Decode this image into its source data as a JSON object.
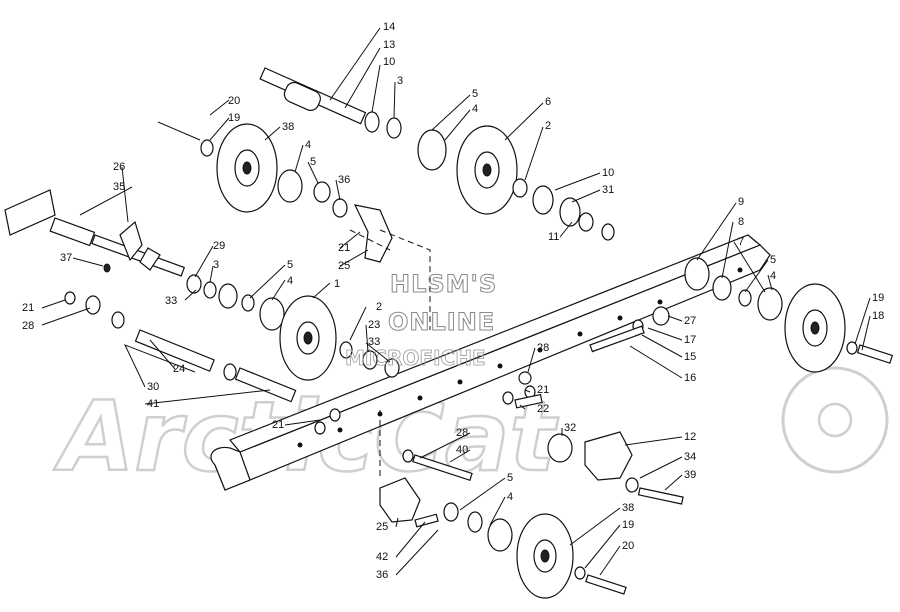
{
  "watermark": {
    "line1": "HLSM'S",
    "line2": "ONLINE",
    "line3": "MICROFICHE",
    "brand": "ArcticCat"
  },
  "callouts": [
    {
      "n": "14"
    },
    {
      "n": "13"
    },
    {
      "n": "10"
    },
    {
      "n": "3"
    },
    {
      "n": "5"
    },
    {
      "n": "4"
    },
    {
      "n": "6"
    },
    {
      "n": "2"
    },
    {
      "n": "20"
    },
    {
      "n": "19"
    },
    {
      "n": "38"
    },
    {
      "n": "4"
    },
    {
      "n": "5"
    },
    {
      "n": "36"
    },
    {
      "n": "10"
    },
    {
      "n": "31"
    },
    {
      "n": "11"
    },
    {
      "n": "26"
    },
    {
      "n": "35"
    },
    {
      "n": "37"
    },
    {
      "n": "29"
    },
    {
      "n": "3"
    },
    {
      "n": "33"
    },
    {
      "n": "5"
    },
    {
      "n": "4"
    },
    {
      "n": "21"
    },
    {
      "n": "25"
    },
    {
      "n": "9"
    },
    {
      "n": "8"
    },
    {
      "n": "7"
    },
    {
      "n": "5"
    },
    {
      "n": "4"
    },
    {
      "n": "21"
    },
    {
      "n": "28"
    },
    {
      "n": "1"
    },
    {
      "n": "2"
    },
    {
      "n": "23"
    },
    {
      "n": "33"
    },
    {
      "n": "27"
    },
    {
      "n": "17"
    },
    {
      "n": "15"
    },
    {
      "n": "16"
    },
    {
      "n": "19"
    },
    {
      "n": "18"
    },
    {
      "n": "24"
    },
    {
      "n": "30"
    },
    {
      "n": "41"
    },
    {
      "n": "28"
    },
    {
      "n": "21"
    },
    {
      "n": "22"
    },
    {
      "n": "21"
    },
    {
      "n": "32"
    },
    {
      "n": "28"
    },
    {
      "n": "40"
    },
    {
      "n": "12"
    },
    {
      "n": "34"
    },
    {
      "n": "39"
    },
    {
      "n": "5"
    },
    {
      "n": "4"
    },
    {
      "n": "25"
    },
    {
      "n": "42"
    },
    {
      "n": "36"
    },
    {
      "n": "38"
    },
    {
      "n": "19"
    },
    {
      "n": "20"
    }
  ]
}
